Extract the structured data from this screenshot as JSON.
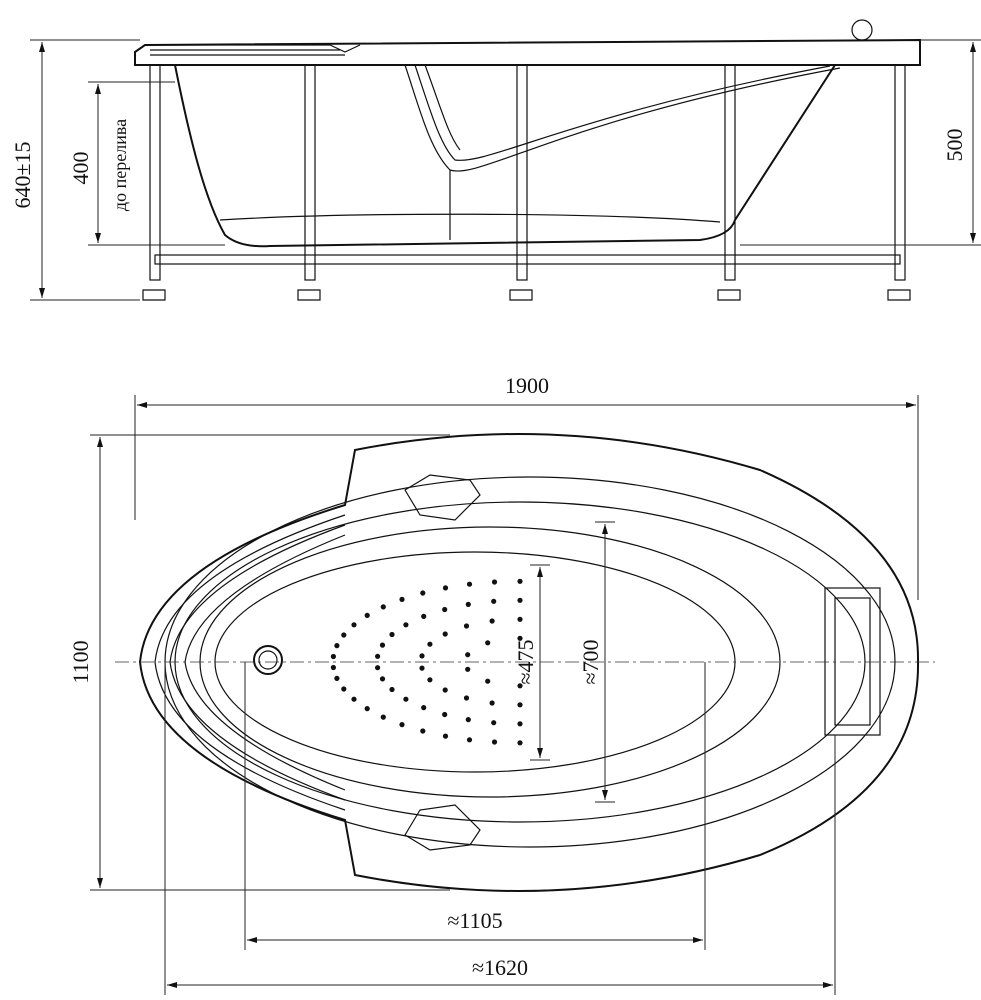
{
  "side_view": {
    "total_height_label": "640±15",
    "overflow_height_label": "400",
    "overflow_caption": "до перелива",
    "rim_height_label": "500"
  },
  "top_view": {
    "length_label": "1900",
    "width_label": "1100",
    "inner_width_small_label": "≈475",
    "inner_width_large_label": "≈700",
    "inner_length_small_label": "≈1105",
    "inner_length_large_label": "≈1620"
  }
}
